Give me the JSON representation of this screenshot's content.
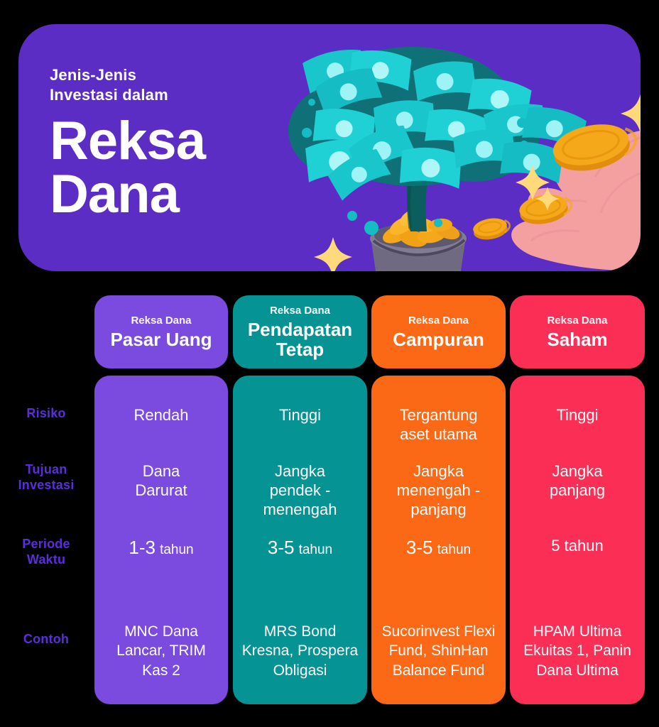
{
  "hero": {
    "kicker": "Jenis-Jenis\nInvestasi dalam",
    "title": "Reksa\nDana",
    "background_color": "#5C2DC4",
    "illustration": "money-tree-with-hand-tossing-coins"
  },
  "table": {
    "row_labels": [
      "Risiko",
      "Tujuan\nInvestasi",
      "Periode\nWaktu",
      "Contoh"
    ],
    "row_label_color": "#5B2EDB",
    "columns": [
      {
        "sub": "Reksa Dana",
        "name": "Pasar Uang",
        "color": "#7B4BE0",
        "risiko": "Rendah",
        "tujuan": "Dana\nDarurat",
        "periode_value": "1-3",
        "periode_unit": "tahun",
        "contoh": "MNC Dana\nLancar, TRIM\nKas 2"
      },
      {
        "sub": "Reksa Dana",
        "name": "Pendapatan\nTetap",
        "color": "#069393",
        "risiko": "Tinggi",
        "tujuan": "Jangka\npendek -\nmenengah",
        "periode_value": "3-5",
        "periode_unit": "tahun",
        "contoh": "MRS Bond\nKresna, Prospera\nObligasi"
      },
      {
        "sub": "Reksa Dana",
        "name": "Campuran",
        "color": "#FB6816",
        "risiko": "Tergantung\naset utama",
        "tujuan": "Jangka\nmenengah -\npanjang",
        "periode_value": "3-5",
        "periode_unit": "tahun",
        "contoh": "Sucorinvest Flexi\nFund, ShinHan\nBalance Fund"
      },
      {
        "sub": "Reksa Dana",
        "name": "Saham",
        "color": "#FB2F56",
        "risiko": "Tinggi",
        "tujuan": "Jangka\npanjang",
        "periode_value": "5",
        "periode_unit": "tahun",
        "contoh": "HPAM Ultima\nEkuitas 1, Panin\nDana Ultima"
      }
    ]
  }
}
